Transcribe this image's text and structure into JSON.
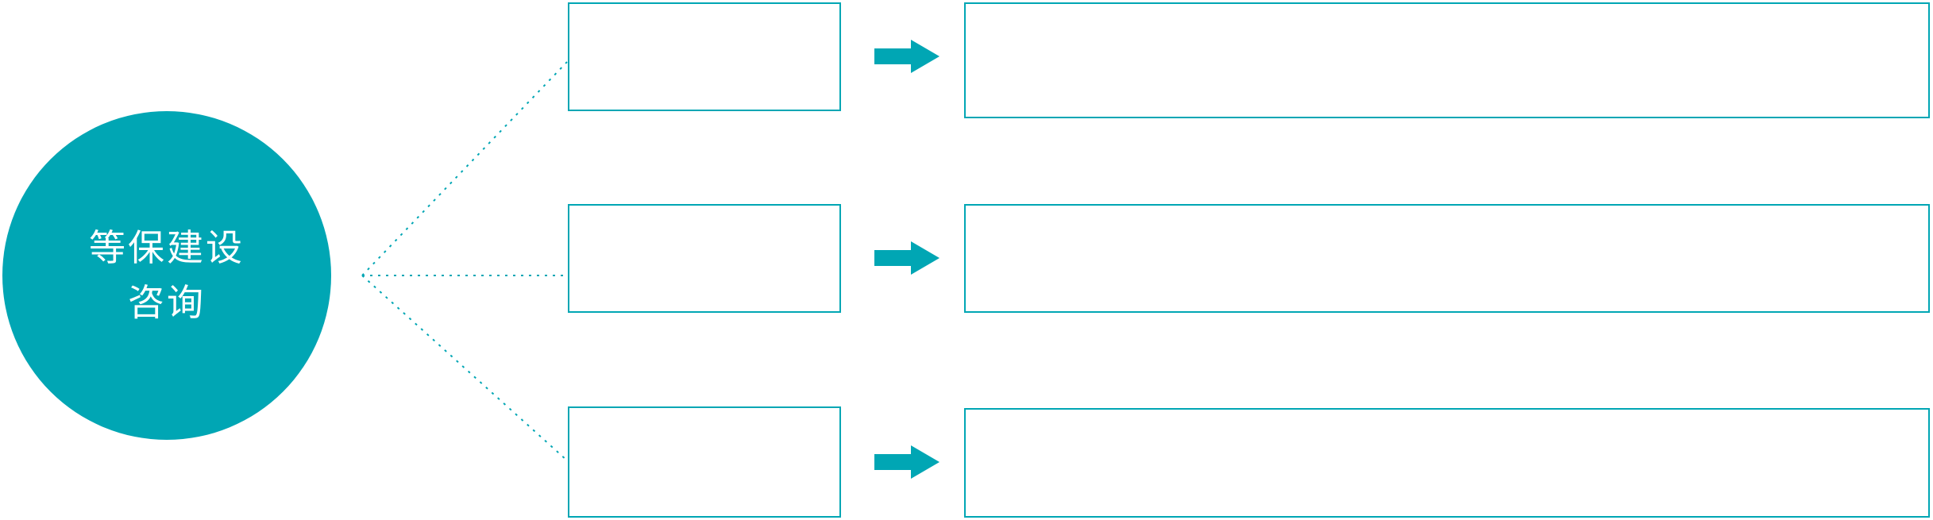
{
  "diagram": {
    "accent_color": "#00a6b4",
    "circle": {
      "label_line1": "等保建设",
      "label_line2": "咨询"
    },
    "rows": [
      {
        "box_label": "",
        "detail_label": ""
      },
      {
        "box_label": "",
        "detail_label": ""
      },
      {
        "box_label": "",
        "detail_label": ""
      }
    ],
    "icons": {
      "arrow": "right-arrow-icon",
      "connector": "dotted-fan-lines"
    }
  }
}
